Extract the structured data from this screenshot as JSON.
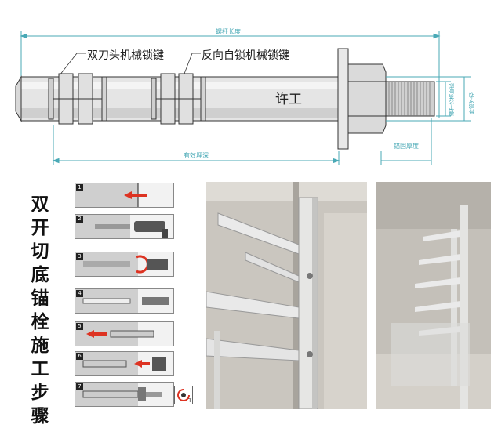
{
  "diagram": {
    "total_length_label": "螺杆长度",
    "label_double_knife": "双刀头机械锁键",
    "label_reverse_lock": "反向自锁机械锁键",
    "brand_mark": "许工",
    "effective_depth_label": "有效埋深",
    "fixture_thickness_label": "锚固厚度",
    "thread_dia_label": "螺杆公称直径",
    "sleeve_dia_label": "套管外径"
  },
  "steps": {
    "title": "双开切底锚栓施工步骤",
    "items": [
      {
        "num": "1"
      },
      {
        "num": "2"
      },
      {
        "num": "3"
      },
      {
        "num": "4"
      },
      {
        "num": "5"
      },
      {
        "num": "6"
      },
      {
        "num": "7"
      }
    ],
    "torque_label": "T"
  }
}
